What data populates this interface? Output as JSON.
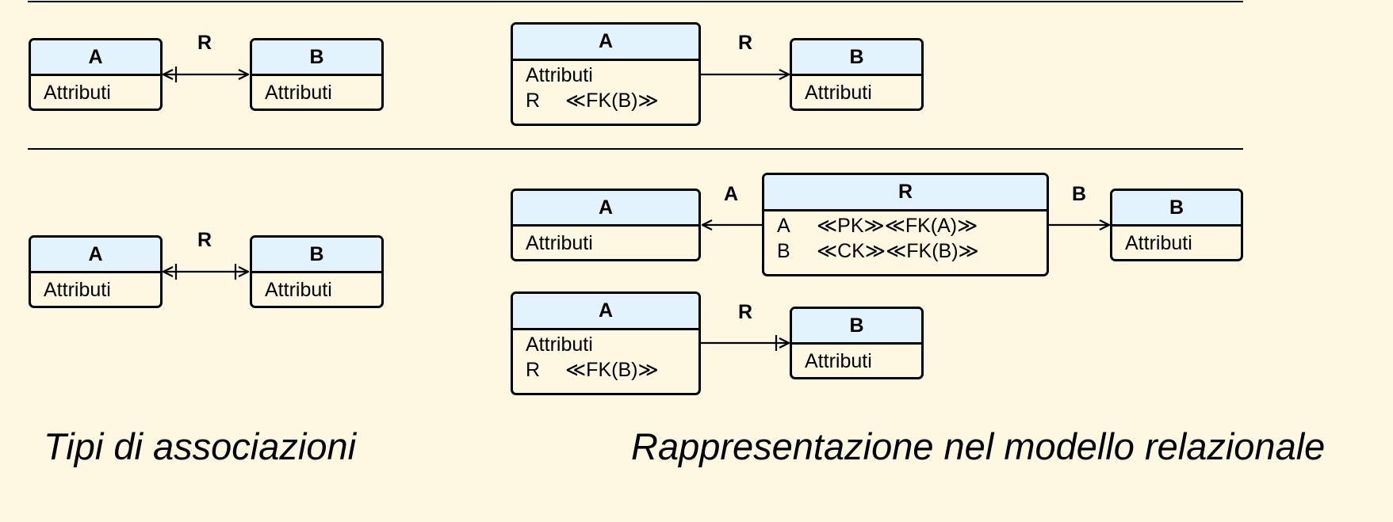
{
  "entity_a": "A",
  "entity_b": "B",
  "entity_r": "R",
  "rel_label": "R",
  "attr_label": "Attributi",
  "fk_row": {
    "key": "R",
    "value": "≪FK(B)≫"
  },
  "assoc_rows": [
    {
      "key": "A",
      "value": "≪PK≫≪FK(A)≫"
    },
    {
      "key": "B",
      "value": "≪CK≫≪FK(B)≫"
    }
  ],
  "captions": {
    "left": "Tipi di associazioni",
    "right": "Rappresentazione nel modello relazionale"
  }
}
